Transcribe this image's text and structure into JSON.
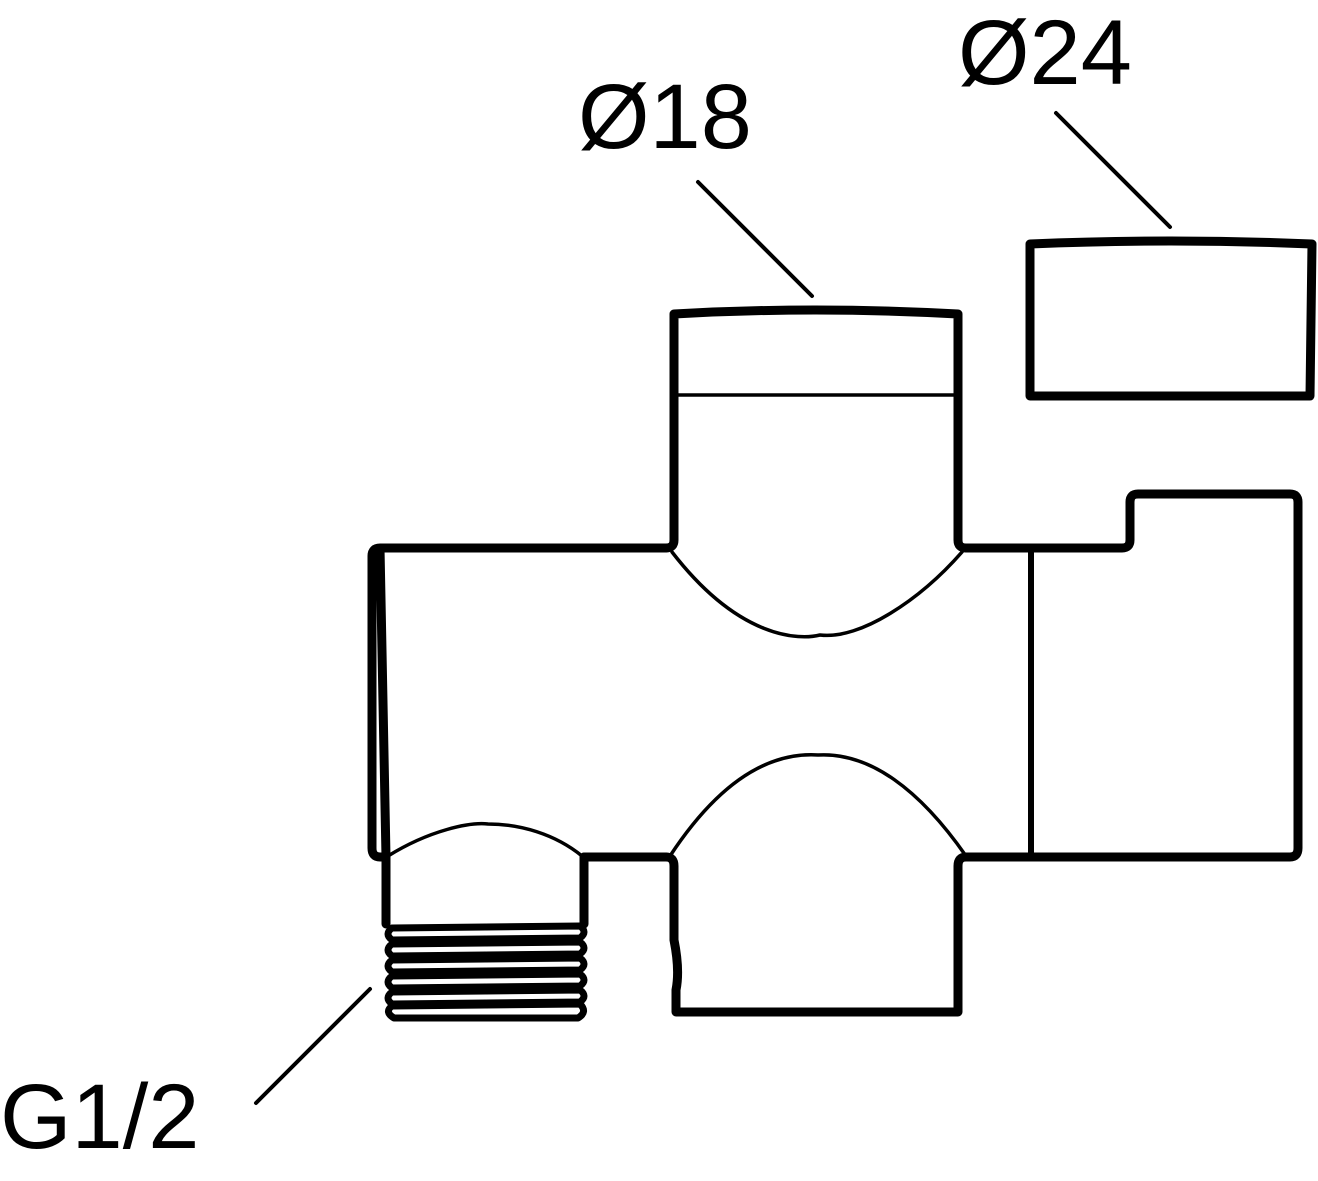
{
  "labels": {
    "diameter_top": "Ø18",
    "diameter_side": "Ø24",
    "thread": "G1/2"
  },
  "colors": {
    "line": "#000000",
    "background": "#ffffff"
  }
}
